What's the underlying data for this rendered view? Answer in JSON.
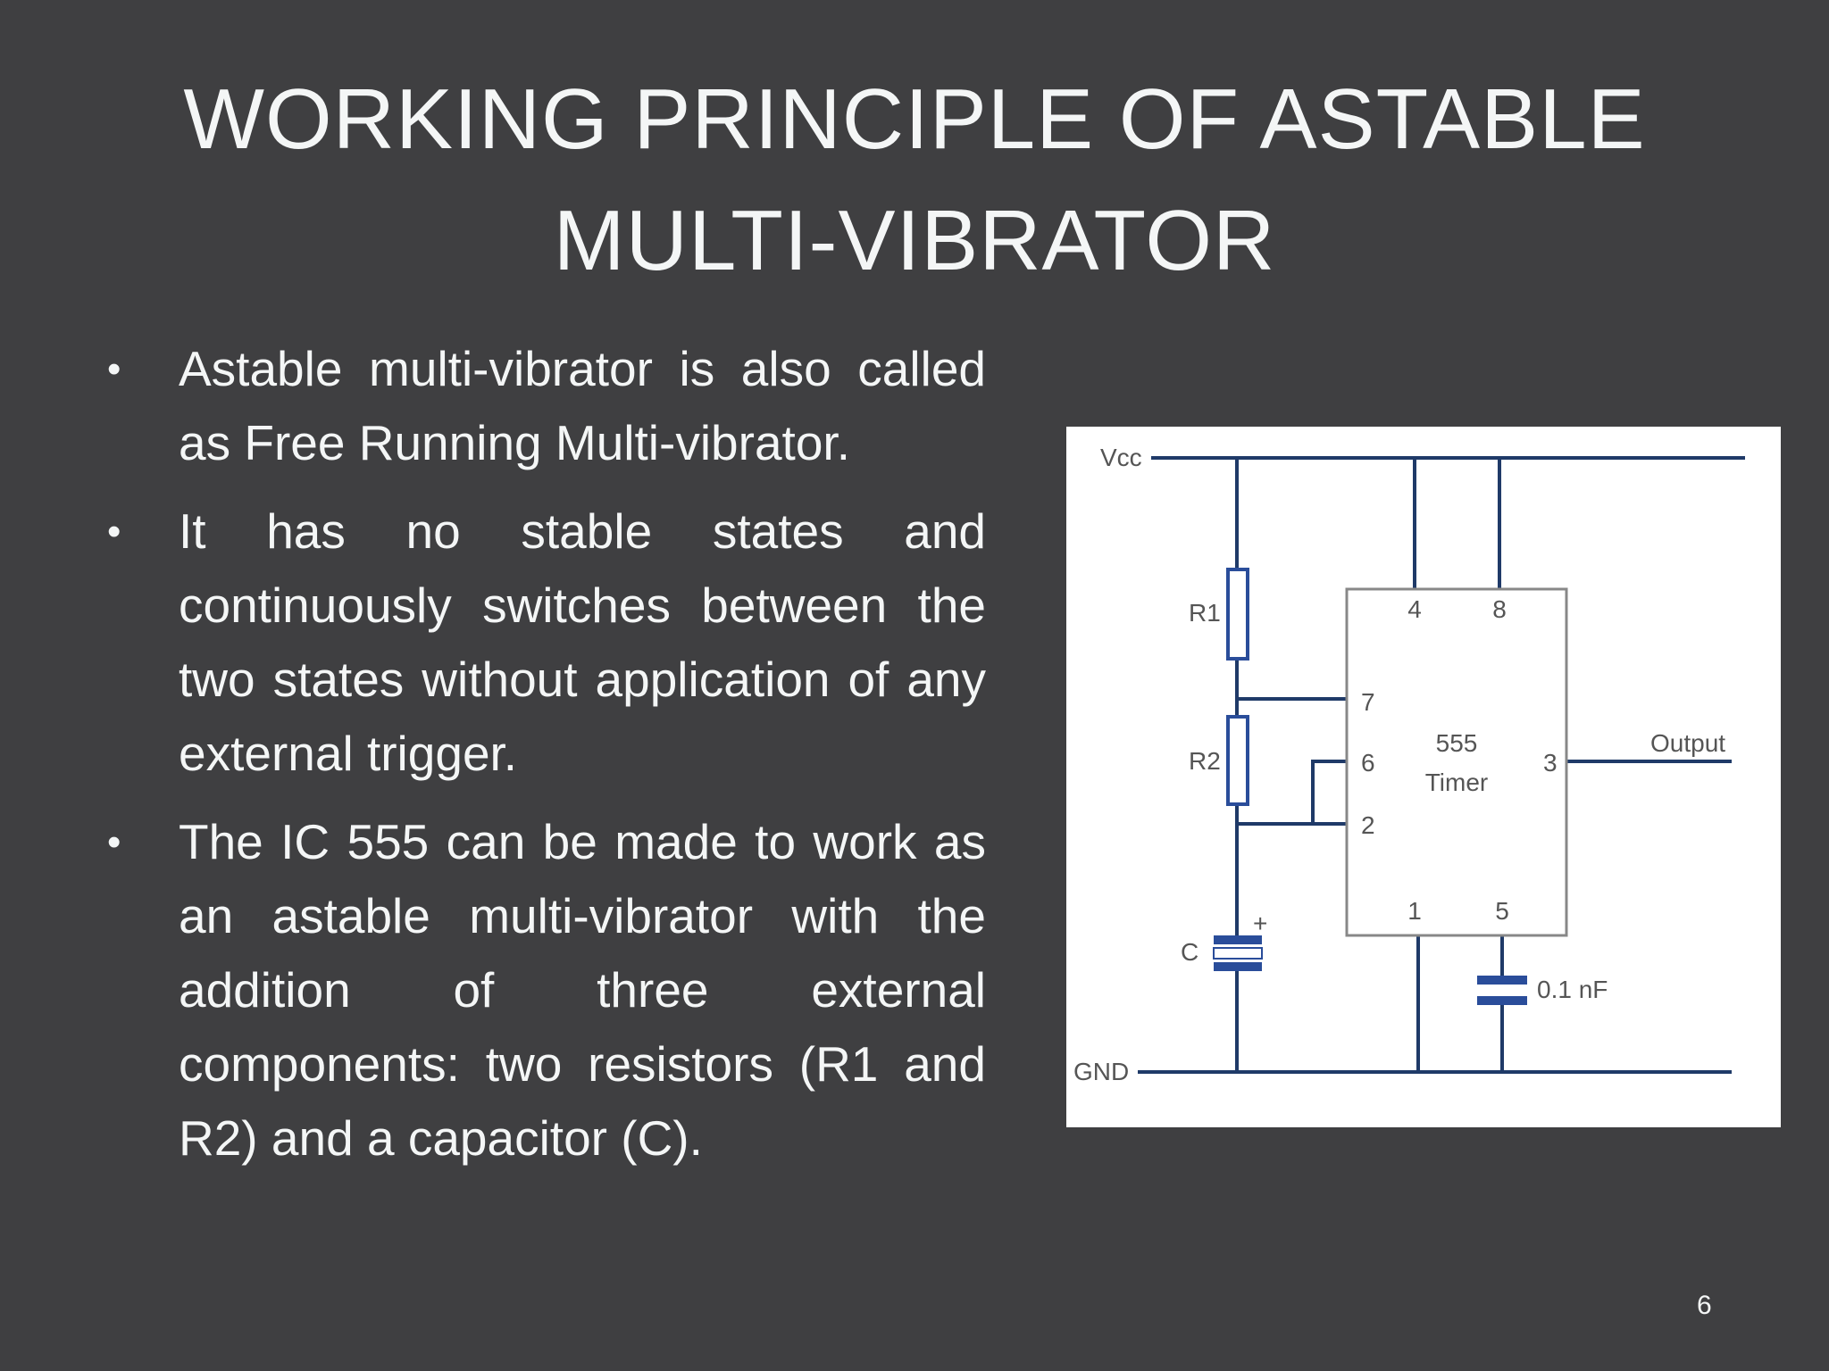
{
  "slide": {
    "title_line1": "WORKING PRINCIPLE OF ASTABLE",
    "title_line2": "MULTI-VIBRATOR",
    "bullets": [
      "Astable multi-vibrator is also called as Free Running Multi-vibrator.",
      "It has no stable states and continuously switches between the two states without application of any external trigger.",
      "The IC 555 can be made to work as an astable multi-vibrator with the addition of three external components: two resistors (R1 and R2) and a capacitor (C)."
    ],
    "bullet_symbol": "•",
    "page_number": "6"
  },
  "diagram": {
    "vcc": "Vcc",
    "gnd": "GND",
    "r1": "R1",
    "r2": "R2",
    "c": "C",
    "c_polarity": "+",
    "cap2_value": "0.1 nF",
    "ic_line1": "555",
    "ic_line2": "Timer",
    "output": "Output",
    "pins": {
      "p4": "4",
      "p8": "8",
      "p7": "7",
      "p6": "6",
      "p2": "2",
      "p3": "3",
      "p1": "1",
      "p5": "5"
    },
    "colors": {
      "wire": "#1f3a68",
      "component": "#2a4d9a",
      "ic_border": "#888888"
    }
  }
}
